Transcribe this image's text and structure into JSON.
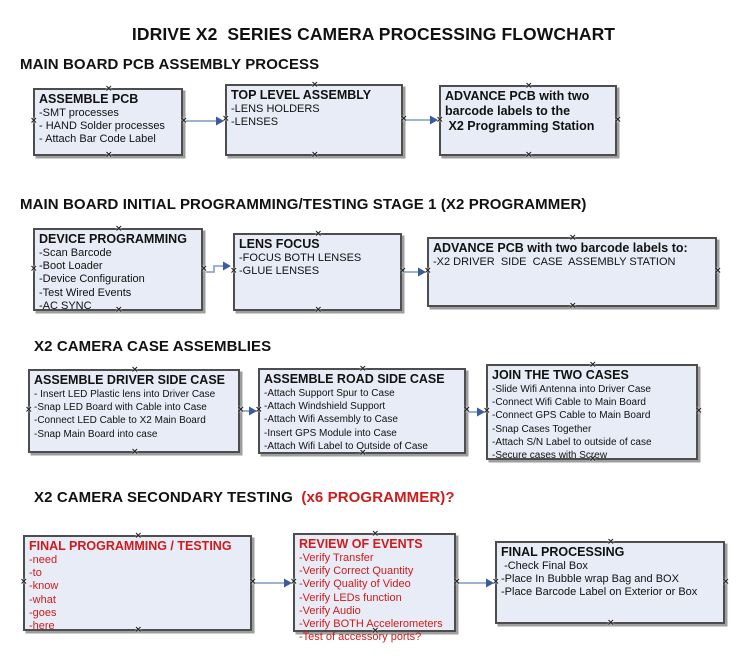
{
  "title": "IDRIVE X2  SERIES CAMERA PROCESSING FLOWCHART",
  "colors": {
    "box_fill": "#e7ecf6",
    "box_border": "#4d4d4d",
    "box_shadow": "#9e9e9e",
    "red": "#cf1b1b",
    "connector_line": "#8fa9cc",
    "connector_arrow": "#3c5aa0"
  },
  "icons": {
    "x_mark": "×"
  },
  "sections": [
    {
      "heading": "MAIN BOARD PCB ASSEMBLY PROCESS",
      "boxes": [
        {
          "title": "ASSEMBLE PCB",
          "items": [
            "-SMT processes",
            "- HAND Solder processes",
            "- Attach Bar Code Label"
          ]
        },
        {
          "title": "TOP LEVEL ASSEMBLY",
          "items": [
            "-LENS HOLDERS",
            "-LENSES"
          ]
        },
        {
          "title_lines": [
            "ADVANCE PCB with two",
            "barcode labels to the",
            " X2 Programming Station"
          ],
          "items": []
        }
      ]
    },
    {
      "heading": "MAIN BOARD INITIAL PROGRAMMING/TESTING STAGE 1 (X2 PROGRAMMER)",
      "boxes": [
        {
          "title": "DEVICE PROGRAMMING",
          "items": [
            "-Scan Barcode",
            "-Boot Loader",
            "-Device Configuration",
            "-Test Wired Events",
            "-AC SYNC"
          ]
        },
        {
          "title": "LENS FOCUS",
          "items": [
            "-FOCUS BOTH LENSES",
            "-GLUE LENSES"
          ]
        },
        {
          "title": "ADVANCE PCB with two barcode labels to:",
          "items": [
            "-X2 DRIVER  SIDE  CASE  ASSEMBLY STATION"
          ]
        }
      ]
    },
    {
      "heading": "X2 CAMERA CASE ASSEMBLIES",
      "boxes": [
        {
          "title": "ASSEMBLE DRIVER SIDE CASE",
          "items": [
            "- Insert LED Plastic lens into Driver Case",
            "-Snap LED Board with Cable into Case",
            "-Connect LED Cable to X2 Main Board",
            "-Snap Main Board into case"
          ]
        },
        {
          "title": "ASSEMBLE ROAD SIDE CASE",
          "items": [
            "-Attach Support Spur to Case",
            "-Attach Windshield Support",
            "-Attach Wifi Assembly to Case",
            "-Insert GPS Module into Case",
            "-Attach Wifi Label to Outside of Case"
          ]
        },
        {
          "title": "JOIN THE TWO CASES",
          "items": [
            "-Slide Wifi Antenna into Driver Case",
            "-Connect Wifi Cable to Main Board",
            "-Connect GPS Cable to Main Board",
            "-Snap Cases Together",
            "-Attach S/N Label to outside of case",
            "-Secure cases with Screw"
          ]
        }
      ]
    },
    {
      "heading": "X2 CAMERA SECONDARY TESTING",
      "heading_red": "  (x6 PROGRAMMER)?",
      "boxes": [
        {
          "title": "FINAL PROGRAMMING / TESTING",
          "items": [
            "-need",
            "-to",
            "-know",
            "-what",
            "-goes",
            "-here"
          ]
        },
        {
          "title": "REVIEW OF EVENTS",
          "items": [
            "-Verify Transfer",
            "-Verify Correct Quantity",
            "-Verify Quality of Video",
            "-Verify LEDs function",
            "-Verify Audio",
            "-Verify BOTH Accelerometers",
            "-Test of accessory ports?"
          ]
        },
        {
          "title": "FINAL PROCESSING",
          "items": [
            " -Check Final Box",
            "-Place In Bubble wrap Bag and BOX",
            "-Place Barcode Label on Exterior or Box"
          ]
        }
      ]
    }
  ]
}
